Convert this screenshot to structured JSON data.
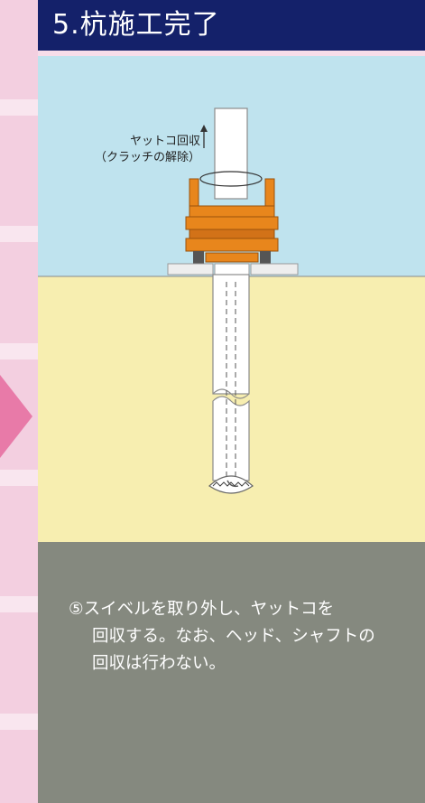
{
  "title": "5.杭施工完了",
  "diagram": {
    "label_line1": "ヤットコ回収",
    "label_line2": "（クラッチの解除）",
    "colors": {
      "sky": "#bfe3ee",
      "ground": "#f7eeb0",
      "rig": "#e8861c",
      "title_bar": "#14216a",
      "caption_bg": "#85897f"
    }
  },
  "caption": {
    "marker": "⑤",
    "line1": "スイベルを取り外し、ヤットコを",
    "line2": "回収する。なお、ヘッド、シャフトの",
    "line3": "回収は行わない。"
  }
}
